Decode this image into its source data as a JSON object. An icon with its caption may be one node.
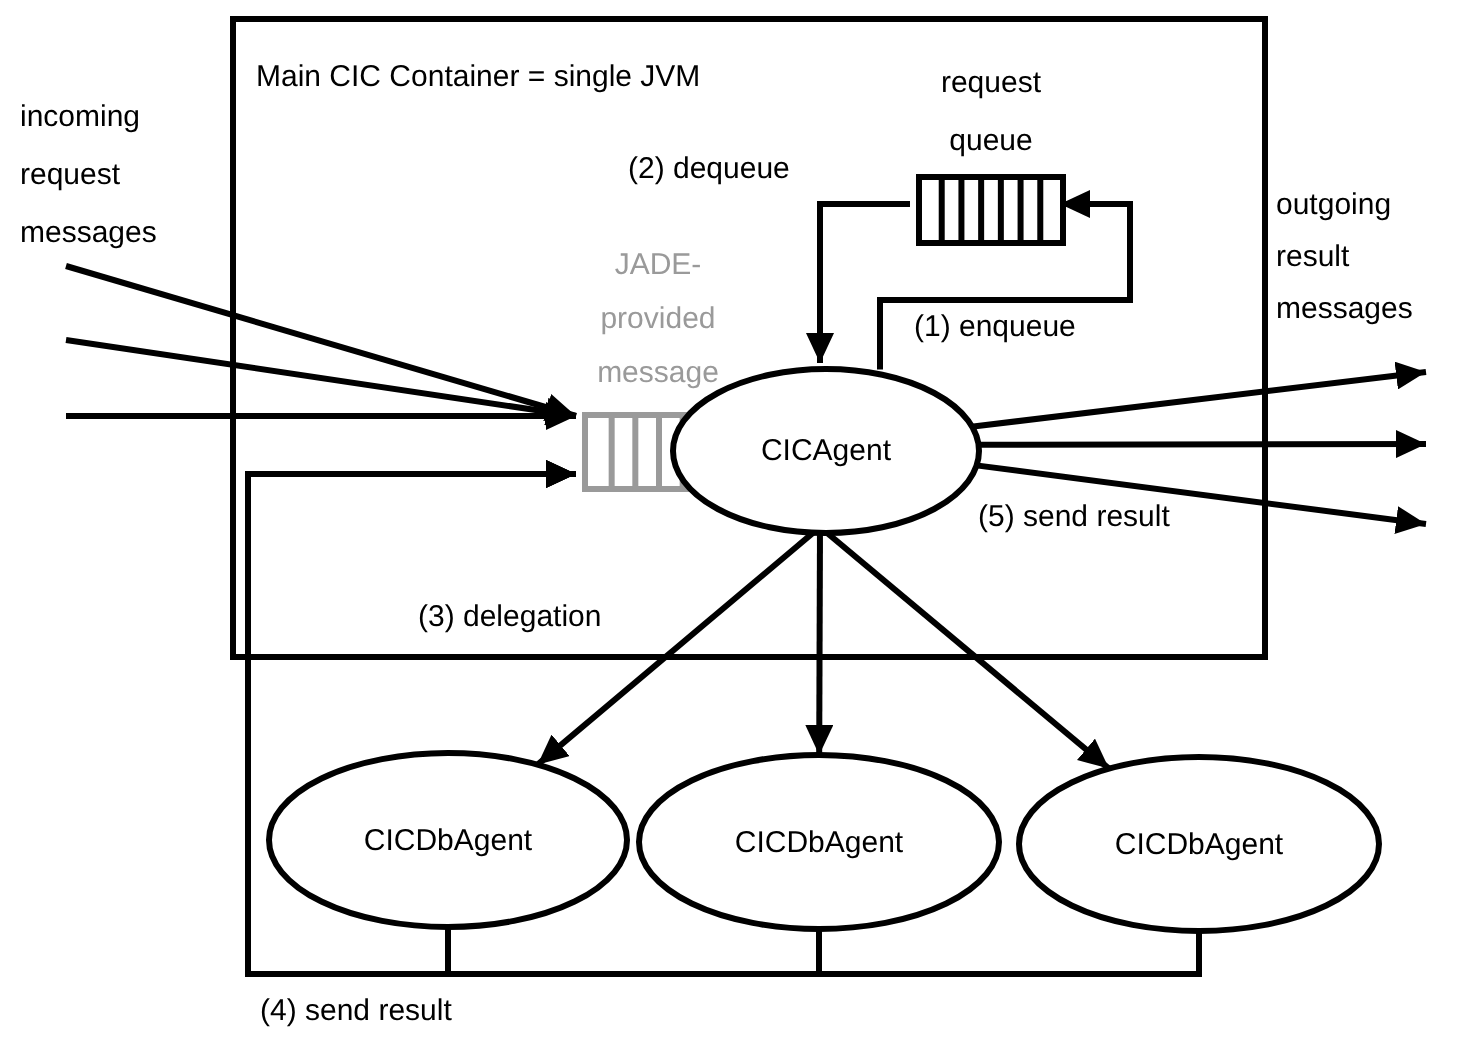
{
  "diagram": {
    "nodes": [
      {
        "text": [
          "Main CIC Container = single JVM"
        ]
      },
      {
        "text": [
          "request queue"
        ],
        "in": 0
      },
      {
        "text": [
          "JADE-provided message queue"
        ],
        "in": 0
      },
      {
        "text": [
          "CICAgent"
        ],
        "in": 0
      },
      {
        "text": [
          "CICDbAgent"
        ]
      },
      {
        "text": [
          "CICDbAgent"
        ]
      },
      {
        "text": [
          "CICDbAgent"
        ]
      }
    ],
    "edges": [
      {
        "from": null,
        "to": 2,
        "arrow": "to"
      },
      {
        "from": null,
        "to": 2,
        "arrow": "to"
      },
      {
        "from": null,
        "to": 2,
        "arrow": "to"
      },
      {
        "from": 3,
        "to": 1,
        "arrow": "to",
        "label": "(1) enqueue"
      },
      {
        "from": 1,
        "to": 3,
        "arrow": "to",
        "label": "(2) dequeue"
      },
      {
        "from": 3,
        "to": 4,
        "arrow": "to",
        "label": "(3) delegation"
      },
      {
        "from": 3,
        "to": 5,
        "arrow": "to"
      },
      {
        "from": 3,
        "to": 6,
        "arrow": "to"
      },
      {
        "from": 4,
        "to": 2,
        "arrow": "to",
        "label": "(4) send result"
      },
      {
        "from": 5,
        "to": 2,
        "arrow": "to"
      },
      {
        "from": 6,
        "to": 2,
        "arrow": "to"
      },
      {
        "from": 3,
        "to": null,
        "arrow": "to"
      },
      {
        "from": 3,
        "to": null,
        "arrow": "to"
      },
      {
        "from": 3,
        "to": null,
        "arrow": "to",
        "label": "(5) send result"
      }
    ],
    "labels": [
      "incoming request messages",
      "outgoing result messages"
    ]
  }
}
